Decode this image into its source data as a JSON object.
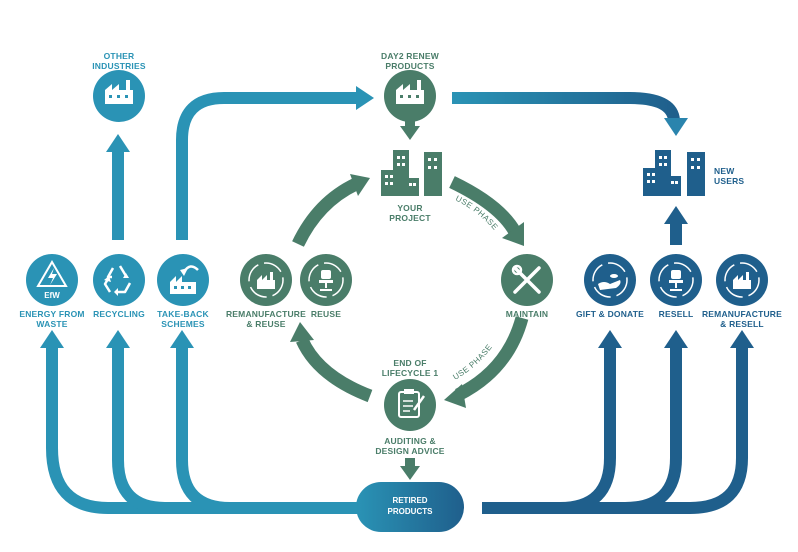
{
  "colors": {
    "left_flow": "#2a93b5",
    "cycle": "#4a7d69",
    "right_flow": "#1f5f8c",
    "pill_gradient": [
      "#2a93b5",
      "#1f5f8c"
    ]
  },
  "nodes": {
    "other_industries": {
      "line1": "OTHER",
      "line2": "INDUSTRIES",
      "icon": "factory-icon"
    },
    "renew_products": {
      "line1": "DAY2 RENEW",
      "line2": "PRODUCTS",
      "icon": "factory-icon"
    },
    "your_project": {
      "line1": "YOUR",
      "line2": "PROJECT",
      "icon": "buildings-icon"
    },
    "new_users": {
      "line1": "NEW",
      "line2": "USERS",
      "icon": "buildings-icon"
    },
    "energy_from_waste": {
      "line1": "ENERGY FROM",
      "line2": "WASTE",
      "icon": "lightning-icon",
      "badge": "EfW"
    },
    "recycling": {
      "line1": "RECYCLING",
      "icon": "recycle-icon"
    },
    "take_back": {
      "line1": "TAKE-BACK",
      "line2": "SCHEMES",
      "icon": "factory-return-icon"
    },
    "remanufacture_reuse": {
      "line1": "REMANUFACTURE",
      "line2": "& REUSE",
      "icon": "factory-cycle-icon"
    },
    "reuse": {
      "line1": "REUSE",
      "icon": "chair-cycle-icon"
    },
    "maintain": {
      "line1": "MAINTAIN",
      "icon": "tools-icon"
    },
    "end_of_lifecycle": {
      "line1": "END OF",
      "line2": "LIFECYCLE 1"
    },
    "auditing": {
      "line1": "AUDITING &",
      "line2": "DESIGN ADVICE",
      "icon": "clipboard-icon"
    },
    "retired_products": {
      "line1": "RETIRED",
      "line2": "PRODUCTS"
    },
    "gift_donate": {
      "line1": "GIFT & DONATE",
      "icon": "hand-cycle-icon"
    },
    "resell": {
      "line1": "RESELL",
      "icon": "chair-cycle-icon"
    },
    "remanufacture_resell": {
      "line1": "REMANUFACTURE",
      "line2": "& RESELL",
      "icon": "factory-cycle-icon"
    }
  },
  "arc_labels": {
    "use_phase_top": "USE PHASE",
    "use_phase_bottom": "USE PHASE"
  }
}
